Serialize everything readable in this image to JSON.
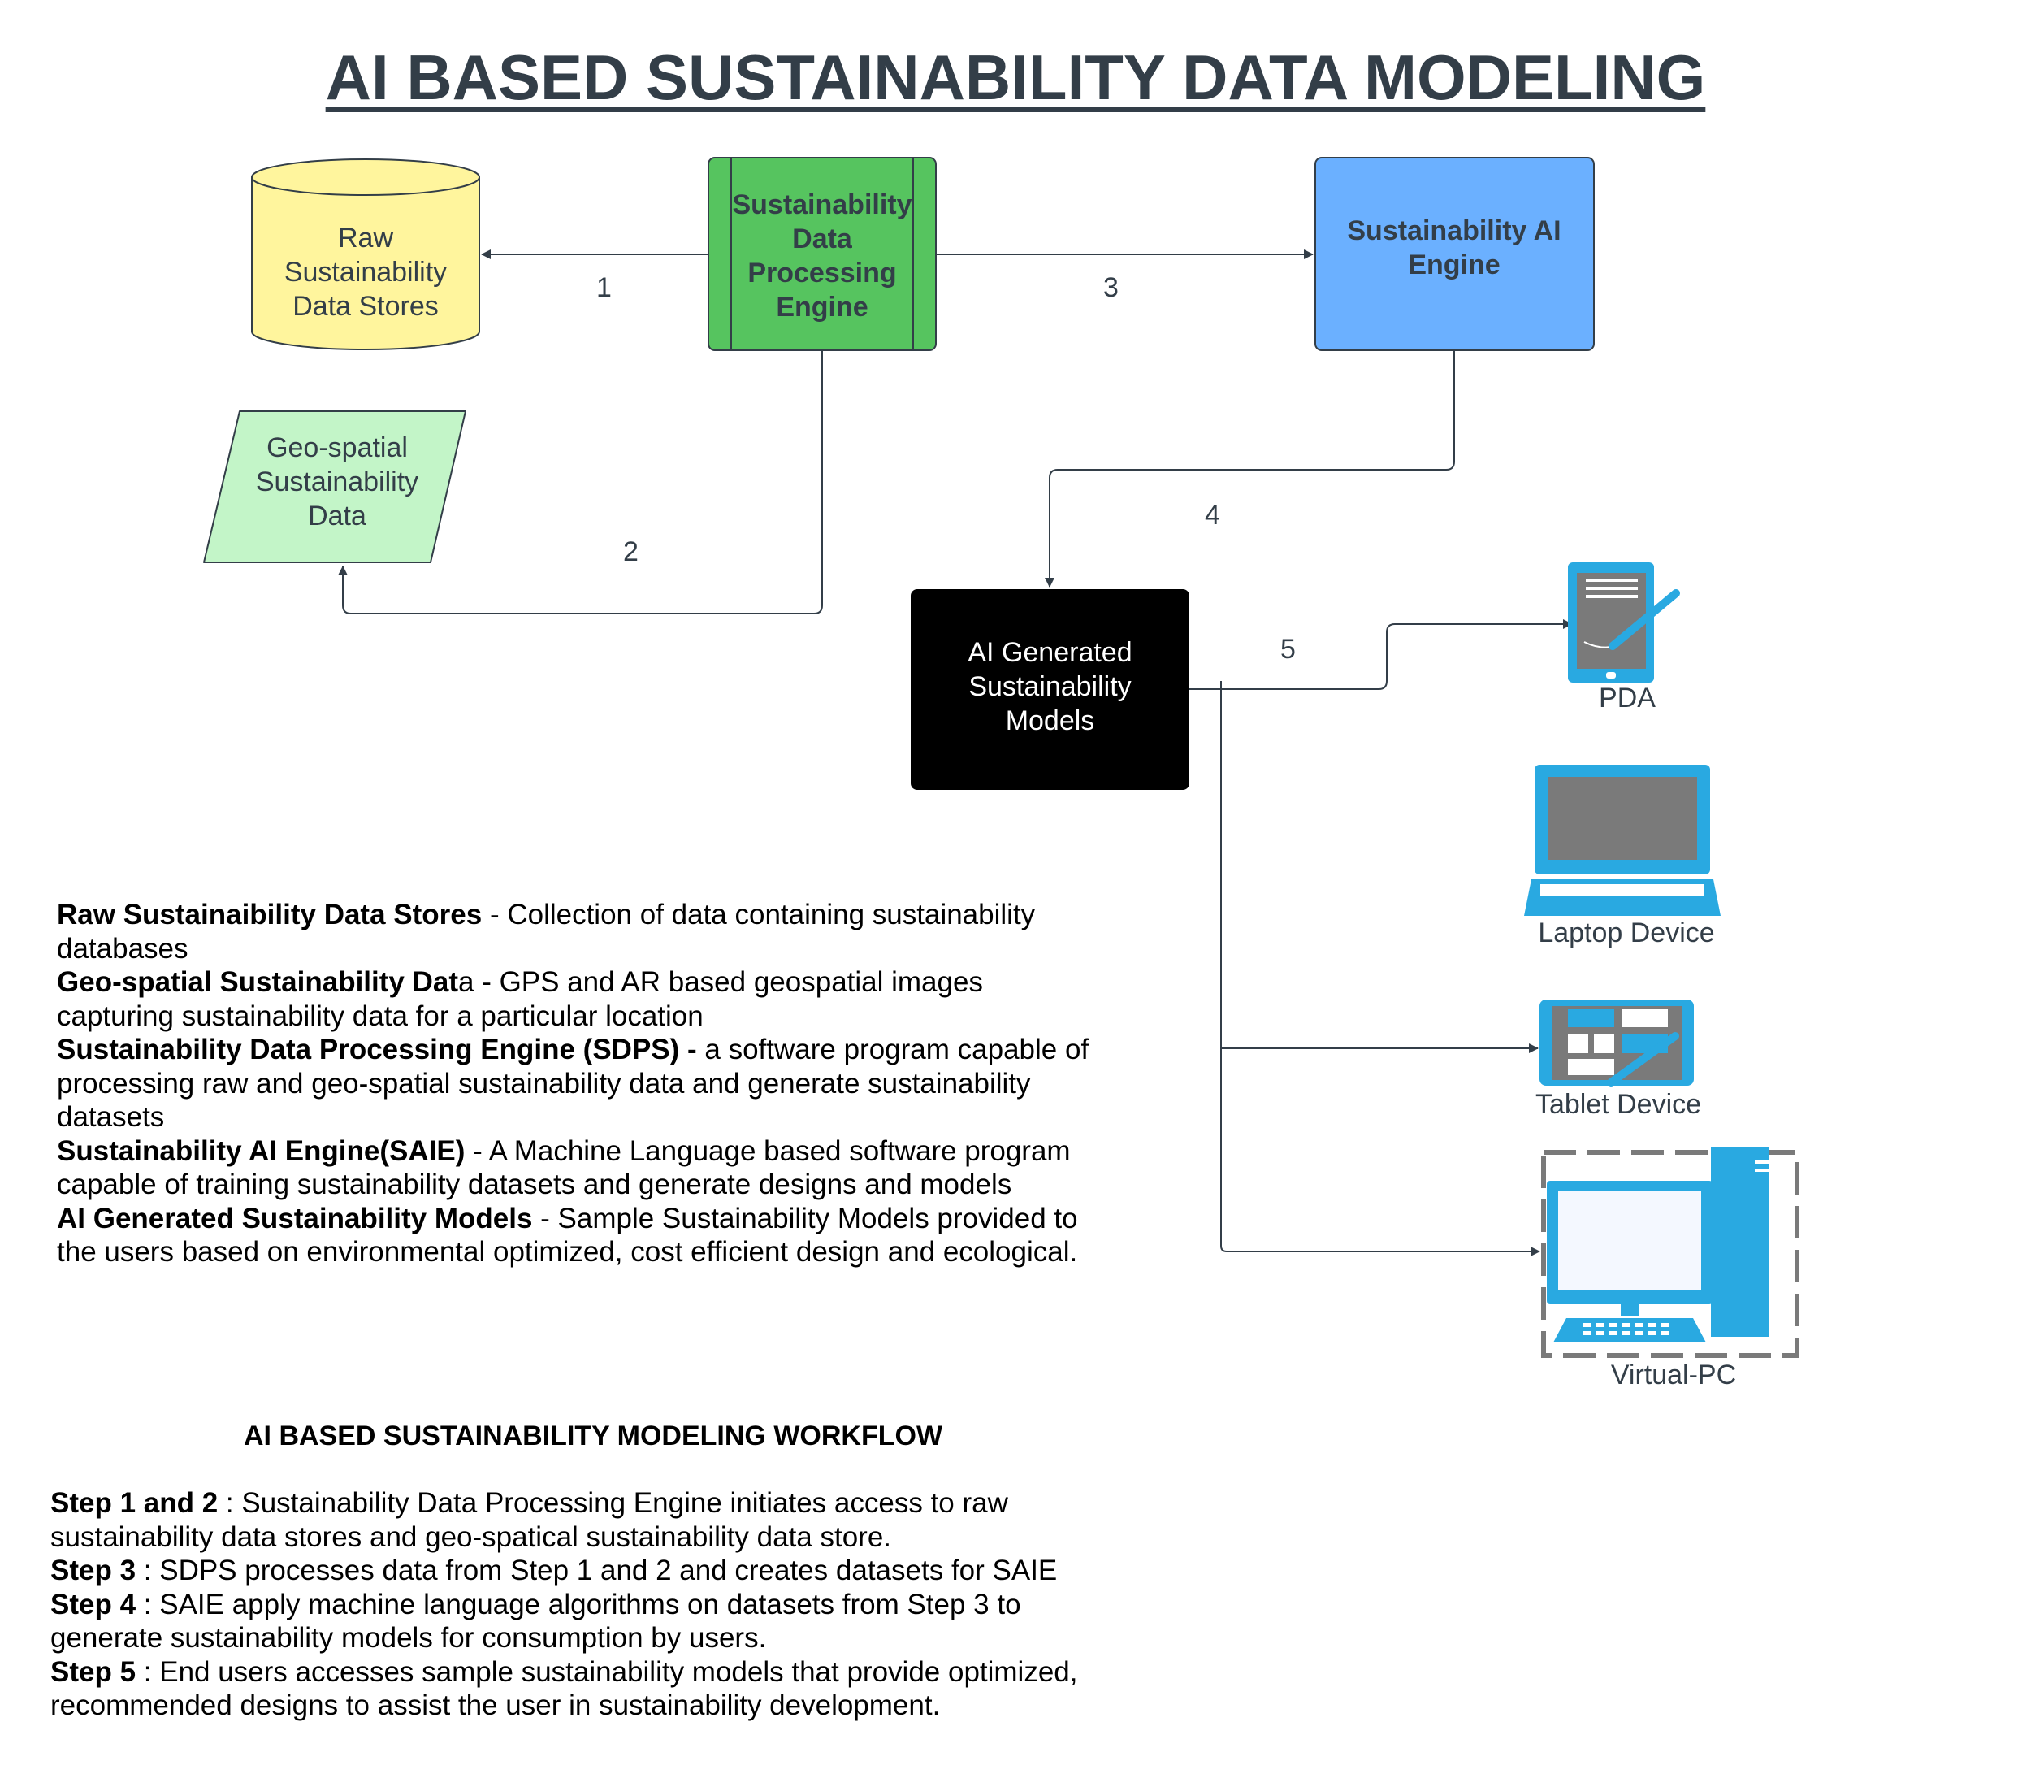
{
  "title": "AI BASED SUSTAINABILITY DATA MODELING",
  "nodes": {
    "raw_store": "Raw Sustainability Data Stores",
    "processing_engine": "Sustainability Data Processing Engine",
    "ai_engine": "Sustainability AI Engine",
    "geo_data": "Geo-spatial Sustainability Data",
    "ai_models": "AI Generated Sustainability Models"
  },
  "edges": [
    "1",
    "2",
    "3",
    "4",
    "5"
  ],
  "devices": {
    "pda": "PDA",
    "laptop": "Laptop Device",
    "tablet": "Tablet Device",
    "virtual_pc": "Virtual-PC"
  },
  "descriptions": [
    {
      "term": "Raw Sustainaibility Data Stores",
      "sep": " -  ",
      "text": "Collection of  data containing sustainability databases"
    },
    {
      "term": "Geo-spatial Sustainability Dat",
      "sep": "a -   ",
      "text": "GPS and AR based geospatial images capturing sustainability data for a particular location"
    },
    {
      "term": "Sustainability Data Processing Engine (SDPS) -",
      "sep": "   ",
      "text": "a software program capable of  processing raw and geo-spatial sustainability data and generate sustainability datasets"
    },
    {
      "term": "Sustainability AI Engine(SAIE)",
      "sep": " -  ",
      "text": "A Machine Language based software program capable of training sustainability datasets and generate designs and models"
    },
    {
      "term": "AI Generated Sustainability Models",
      "sep": " -  ",
      "text": "Sample Sustainability Models provided to the users based on environmental optimized, cost efficient design and ecological."
    }
  ],
  "workflow": {
    "title": "AI BASED SUSTAINABILITY MODELING WORKFLOW",
    "steps": [
      {
        "label": "Step 1 and 2",
        "text": " :  Sustainability Data Processing Engine initiates access to raw sustainability data stores and geo-spatical sustainability data store."
      },
      {
        "label": "Step 3",
        "text": " : SDPS processes data from Step 1 and 2 and creates datasets for SAIE"
      },
      {
        "label": "Step 4",
        "text": " : SAIE apply machine language algorithms on datasets from Step 3 to generate sustainability models for consumption by users."
      },
      {
        "label": "Step 5",
        "text": " : End users accesses sample sustainability models that provide optimized, recommended designs to assist the user in sustainability development."
      }
    ]
  },
  "colors": {
    "cylinder": "#fff59d",
    "processing": "#56c45f",
    "ai_engine": "#6bb0ff",
    "geo": "#c3f5c8",
    "models": "#000000",
    "device": "#29a9e1",
    "stroke": "#333e48"
  }
}
